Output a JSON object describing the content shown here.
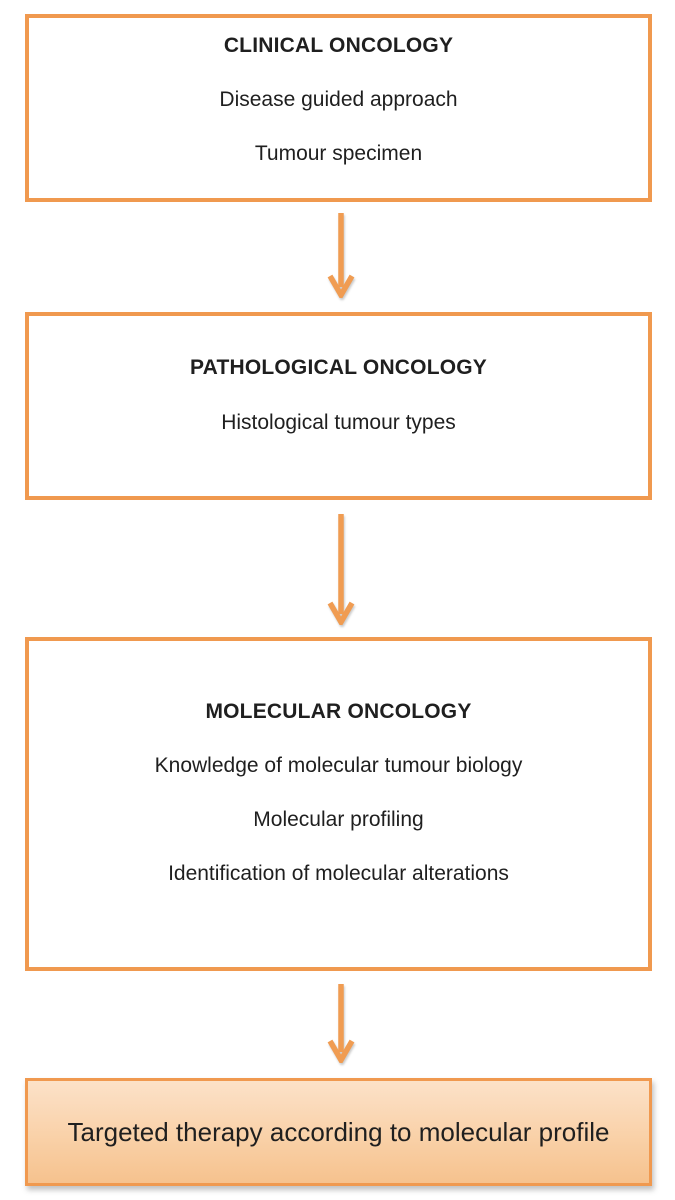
{
  "diagram": {
    "type": "flowchart",
    "direction": "top-to-bottom",
    "boxes": [
      {
        "id": "clinical-oncology",
        "title": "CLINICAL ONCOLOGY",
        "lines": [
          "Disease guided approach",
          "Tumour specimen"
        ]
      },
      {
        "id": "pathological-oncology",
        "title": "PATHOLOGICAL ONCOLOGY",
        "lines": [
          "Histological tumour types"
        ]
      },
      {
        "id": "molecular-oncology",
        "title": "MOLECULAR ONCOLOGY",
        "lines": [
          "Knowledge of molecular tumour biology",
          "Molecular profiling",
          "Identification of molecular alterations"
        ]
      },
      {
        "id": "targeted-therapy",
        "title": "",
        "lines": [
          "Targeted therapy according to molecular profile"
        ]
      }
    ],
    "connectors": [
      {
        "icon": "arrow-down-icon",
        "from": "clinical-oncology",
        "to": "pathological-oncology"
      },
      {
        "icon": "arrow-down-icon",
        "from": "pathological-oncology",
        "to": "molecular-oncology"
      },
      {
        "icon": "arrow-down-icon",
        "from": "molecular-oncology",
        "to": "targeted-therapy"
      }
    ],
    "colors": {
      "box_border": "#F0994F",
      "arrow": "#F09C52",
      "box_background": "#FFFFFF",
      "result_box_gradient_top": "#FCE2C8",
      "result_box_gradient_bottom": "#F6C28E",
      "text": "#1F1F1F"
    }
  }
}
